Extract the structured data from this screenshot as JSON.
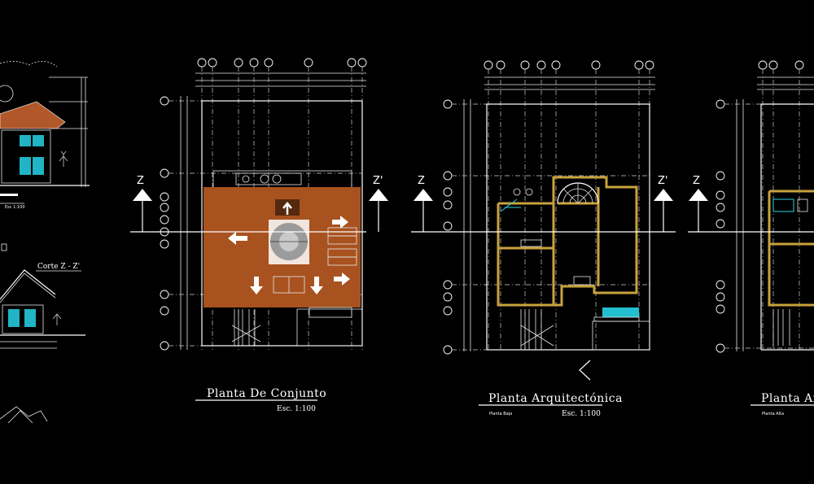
{
  "drawing": {
    "colors": {
      "background": "#000000",
      "linework": "#ffffff",
      "site_fill": "#a8521f",
      "walls": "#c8a23c",
      "accent_cyan": "#27d3e6",
      "roof": "#b0582a"
    },
    "section_markers": {
      "left": "Z",
      "right": "Z'"
    },
    "views": {
      "elevation": {
        "scale": "Esc 1:100"
      },
      "section": {
        "title": "Corte Z - Z'"
      },
      "site_plan": {
        "title": "Planta De Conjunto",
        "scale": "Esc. 1:100"
      },
      "ground_floor": {
        "title": "Planta Arquitectónica",
        "subtitle": "Planta Baja",
        "scale": "Esc. 1:100"
      },
      "upper_floor": {
        "title": "Planta Arqu",
        "subtitle": "Planta Alta"
      }
    }
  }
}
